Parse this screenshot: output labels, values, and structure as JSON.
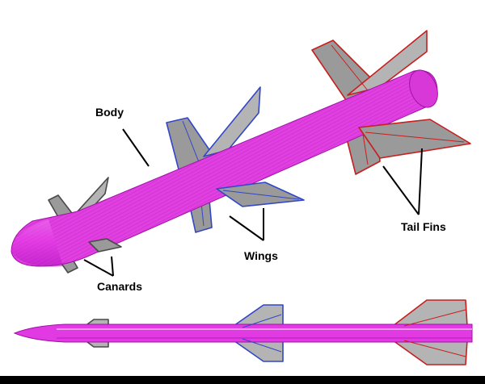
{
  "labels": {
    "body": "Body",
    "wings": "Wings",
    "tail_fins": "Tail Fins",
    "canards": "Canards"
  },
  "colors": {
    "body": "#e83ae8",
    "body_dark": "#b012c0",
    "fin_gray": "#9a9a9a",
    "canard_outline": "#4a4a4a",
    "wing_outline": "#3246c8",
    "tail_outline": "#c81e1e",
    "bottom_bar": "#000000"
  }
}
